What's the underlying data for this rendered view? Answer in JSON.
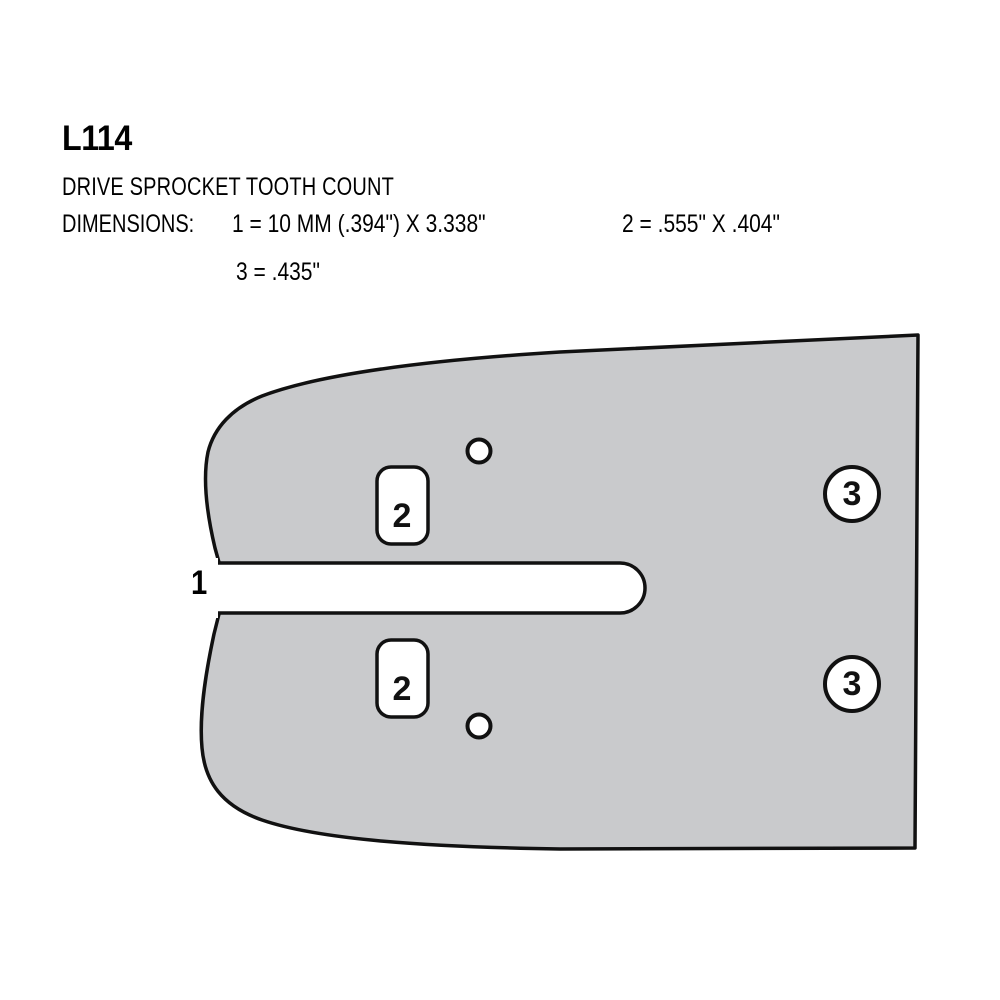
{
  "header": {
    "part_number": "L114",
    "subtitle": "DRIVE SPROCKET TOOTH COUNT",
    "dimensions_label": "DIMENSIONS:",
    "dimension_1": "1 = 10 MM (.394\") X 3.338\"",
    "dimension_2": "2 = .555\" X .404\"",
    "dimension_3": "3 = .435\""
  },
  "diagram": {
    "title": "chainsaw-guide-bar",
    "bar_fill": "#c9cacc",
    "bar_stroke": "#111111",
    "callout_fill": "#ffffff",
    "callout_stroke": "#111111",
    "callouts": {
      "slot": "1",
      "mount_slot_top": "2",
      "mount_slot_bottom": "2",
      "oil_hole_top": "3",
      "oil_hole_bottom": "3"
    }
  }
}
